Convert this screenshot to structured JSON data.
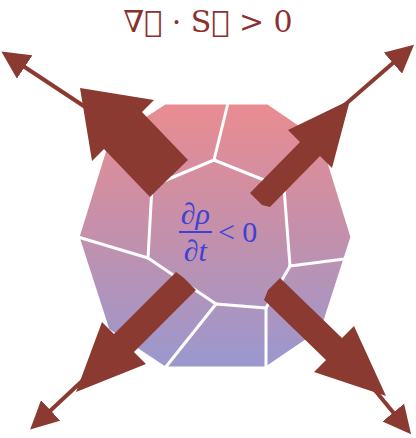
{
  "diagram": {
    "title": "∇⃗ · S⃗ > 0",
    "nodes": [
      {
        "text": [
          "∂ρ",
          "∂t",
          "< 0"
        ]
      }
    ]
  }
}
